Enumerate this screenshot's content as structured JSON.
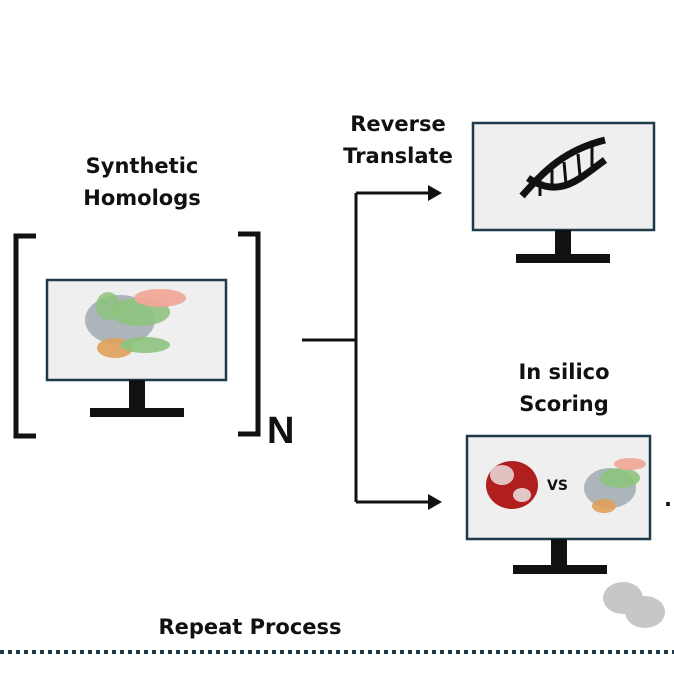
{
  "diagram": {
    "homologs_label": [
      "Synthetic",
      "Homologs"
    ],
    "multiplier_label": "N",
    "reverse_label": [
      "Reverse",
      "Translate"
    ],
    "scoring_label": [
      "In silico",
      "Scoring"
    ],
    "vs_label": "VS",
    "repeat_label": "Repeat Process",
    "trailing_mark": "."
  },
  "icons": {
    "protein": "protein-ribbon-icon",
    "dna": "dna-helix-icon",
    "protein_red": "red-protein-structure-icon",
    "watermark": "chat-bubbles-watermark-icon"
  },
  "colors": {
    "line": "#111111",
    "screen_fill": "#efefef",
    "screen_border": "#1f3a4a",
    "dotted_line": "#1f3a4a"
  }
}
